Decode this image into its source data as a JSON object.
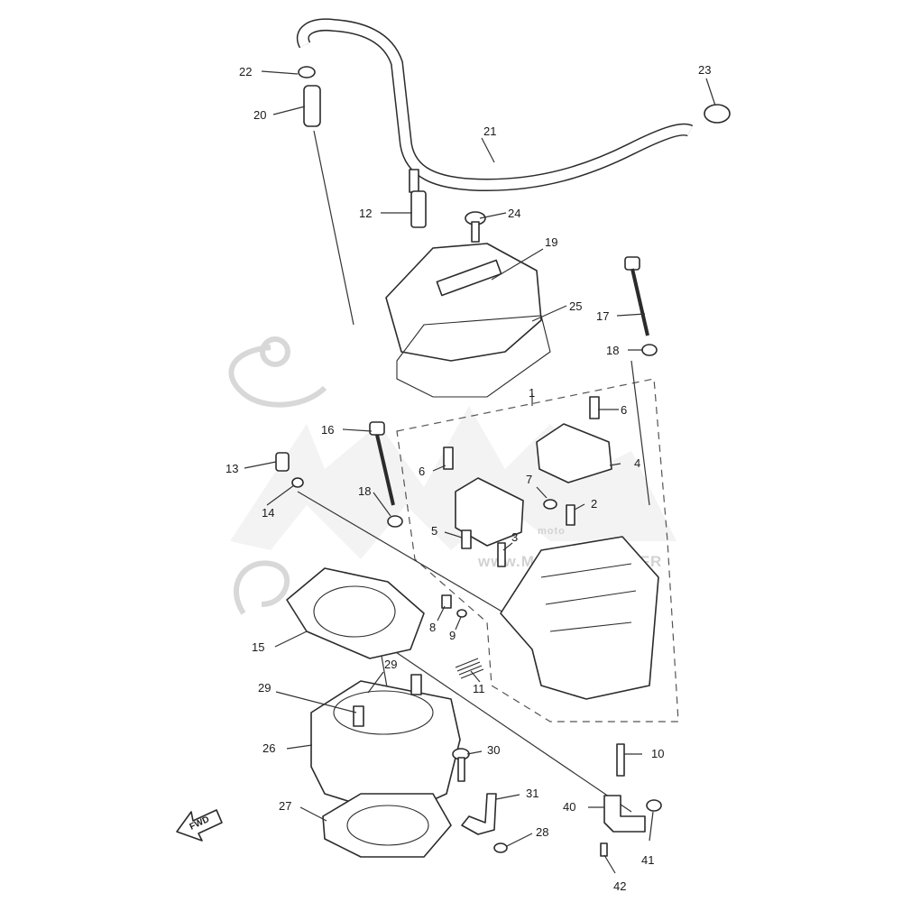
{
  "diagram": {
    "watermark_text": "www.MATOS-MOTO.FR",
    "watermark_small": "moto",
    "fwd_label": "FWD",
    "callouts": [
      {
        "id": "c1",
        "text": "1"
      },
      {
        "id": "c2",
        "text": "2"
      },
      {
        "id": "c3",
        "text": "3"
      },
      {
        "id": "c4",
        "text": "4"
      },
      {
        "id": "c5",
        "text": "5"
      },
      {
        "id": "c6a",
        "text": "6"
      },
      {
        "id": "c6b",
        "text": "6"
      },
      {
        "id": "c7",
        "text": "7"
      },
      {
        "id": "c8",
        "text": "8"
      },
      {
        "id": "c9",
        "text": "9"
      },
      {
        "id": "c10",
        "text": "10"
      },
      {
        "id": "c11",
        "text": "11"
      },
      {
        "id": "c12",
        "text": "12"
      },
      {
        "id": "c13",
        "text": "13"
      },
      {
        "id": "c14",
        "text": "14"
      },
      {
        "id": "c15",
        "text": "15"
      },
      {
        "id": "c16",
        "text": "16"
      },
      {
        "id": "c17",
        "text": "17"
      },
      {
        "id": "c18a",
        "text": "18"
      },
      {
        "id": "c18b",
        "text": "18"
      },
      {
        "id": "c19",
        "text": "19"
      },
      {
        "id": "c20",
        "text": "20"
      },
      {
        "id": "c21",
        "text": "21"
      },
      {
        "id": "c22",
        "text": "22"
      },
      {
        "id": "c23",
        "text": "23"
      },
      {
        "id": "c24",
        "text": "24"
      },
      {
        "id": "c25",
        "text": "25"
      },
      {
        "id": "c26",
        "text": "26"
      },
      {
        "id": "c27",
        "text": "27"
      },
      {
        "id": "c28",
        "text": "28"
      },
      {
        "id": "c29a",
        "text": "29"
      },
      {
        "id": "c29b",
        "text": "29"
      },
      {
        "id": "c30",
        "text": "30"
      },
      {
        "id": "c31",
        "text": "31"
      },
      {
        "id": "c40",
        "text": "40"
      },
      {
        "id": "c41",
        "text": "41"
      },
      {
        "id": "c42",
        "text": "42"
      }
    ]
  }
}
